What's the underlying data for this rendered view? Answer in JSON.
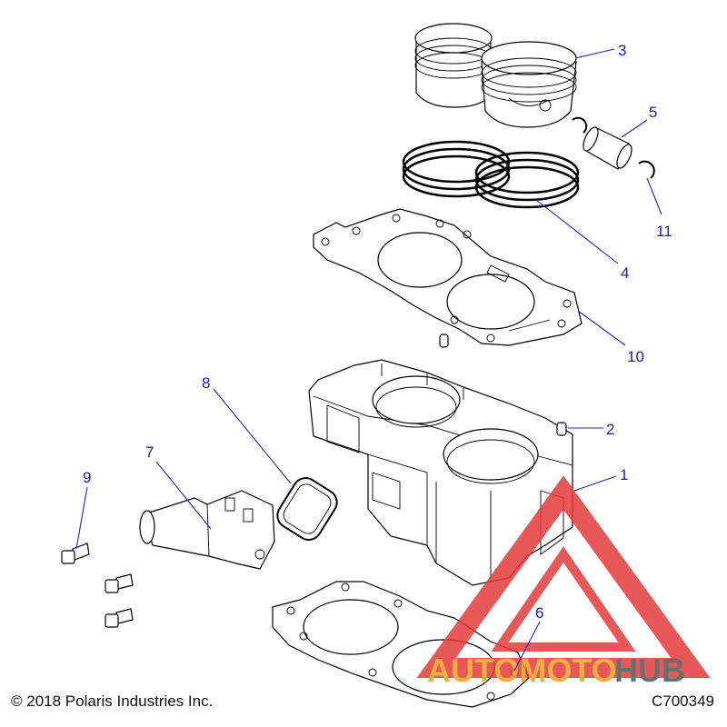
{
  "diagram": {
    "callouts": [
      {
        "id": "c1",
        "label": "1"
      },
      {
        "id": "c2",
        "label": "2"
      },
      {
        "id": "c3",
        "label": "3"
      },
      {
        "id": "c4",
        "label": "4"
      },
      {
        "id": "c5",
        "label": "5"
      },
      {
        "id": "c6",
        "label": "6"
      },
      {
        "id": "c7",
        "label": "7"
      },
      {
        "id": "c8",
        "label": "8"
      },
      {
        "id": "c9",
        "label": "9"
      },
      {
        "id": "c10",
        "label": "10"
      },
      {
        "id": "c11",
        "label": "11"
      }
    ],
    "leader_color": "#2323c8",
    "line_color": "#000000"
  },
  "watermark": {
    "text_left": "AUTOMOTO",
    "text_right": "HUB",
    "color_left": "#f0a020",
    "color_right": "#555555",
    "triangle_color": "#e63b3b"
  },
  "footer": {
    "copyright": "© 2018 Polaris Industries Inc.",
    "drawing_id": "C700349"
  }
}
